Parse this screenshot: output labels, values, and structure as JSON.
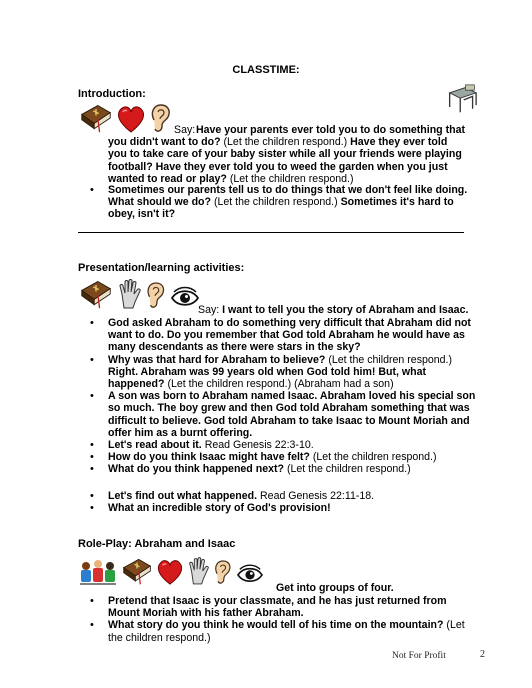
{
  "title": "CLASSTIME:",
  "intro": {
    "heading": "Introduction:",
    "icons": [
      "bible-icon",
      "heart-icon",
      "ear-icon"
    ],
    "corner_icon": "school-desk-icon",
    "say_label": "Say:",
    "say_bold_1": "Have your parents ever told you to do something that you didn't want to do?",
    "say_plain_1": "(Let the children respond.)",
    "say_bold_2": "Have they ever told you to take care of your baby sister while all your friends were playing football? Have they ever told you to weed the garden when you just wanted to read or play?",
    "say_plain_2": "(Let the children respond.)",
    "bullet_bold_1": "Sometimes our parents tell us to do things that we don't feel like doing. What should we do?",
    "bullet_plain_1": "(Let the children respond.)",
    "bullet_bold_2": "Sometimes it's hard to obey, isn't it?"
  },
  "presentation": {
    "heading": "Presentation/learning activities:",
    "icons": [
      "bible-icon",
      "hand-icon",
      "ear-icon",
      "eye-icon"
    ],
    "say_label": "Say:",
    "say_text": "I want to tell you the story of Abraham and Isaac.",
    "bullets": [
      {
        "bold": "God asked Abraham to do something very difficult that Abraham did not want to do. Do you remember that God told Abraham he would have as many descendants as there were stars in the sky?",
        "plain": ""
      },
      {
        "bold": "Why was that hard for Abraham to believe?",
        "plain": "(Let the children respond.)",
        "bold2": "Right. Abraham was 99 years old when God told him! But, what happened?",
        "plain2": "(Let the children respond.) (Abraham had a son)"
      },
      {
        "bold": "A son was born to Abraham named Isaac. Abraham loved his special son so much. The boy grew and then God told Abraham something that was difficult to believe. God told Abraham to take Isaac to Mount Moriah and offer him as a burnt offering.",
        "plain": ""
      },
      {
        "bold": "Let's read about it.",
        "plain": "Read Genesis 22:3-10."
      },
      {
        "bold": "How do you think Isaac might have felt?",
        "plain": "(Let the children respond.)"
      },
      {
        "bold": "What do you think happened next?",
        "plain": "(Let the children respond.)"
      }
    ],
    "bullets_after": [
      {
        "bold": "Let's find out what happened.",
        "plain": "Read Genesis 22:11-18."
      },
      {
        "bold": "What an incredible story of God's provision!",
        "plain": ""
      }
    ]
  },
  "roleplay": {
    "heading": "Role-Play: Abraham and Isaac",
    "icons": [
      "children-group-icon",
      "bible-icon",
      "heart-icon",
      "hand-icon",
      "ear-icon",
      "eye-icon"
    ],
    "lead_text": "Get into groups of four.",
    "bullets": [
      {
        "bold": "Pretend that Isaac is your classmate, and he has just returned from Mount Moriah with his father Abraham.",
        "plain": ""
      },
      {
        "bold": "What story do you think he would tell of his time on the mountain?",
        "plain": "(Let the children respond.)"
      }
    ]
  },
  "footer": {
    "text": "Not For Profit",
    "page": "2"
  }
}
